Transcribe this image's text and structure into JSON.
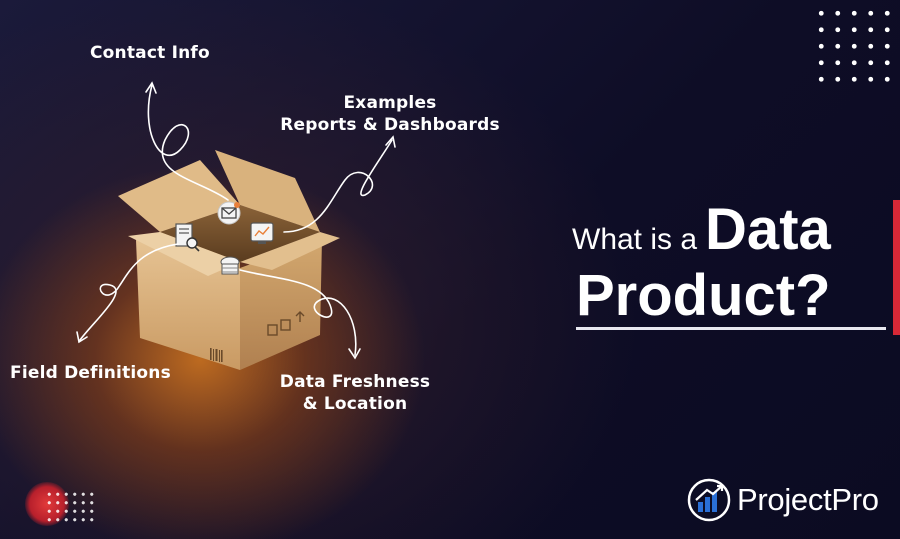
{
  "labels": {
    "contact": "Contact Info",
    "examples_line1": "Examples",
    "examples_line2": "Reports & Dashboards",
    "field": "Field Definitions",
    "freshness_line1": "Data Freshness",
    "freshness_line2": "& Location"
  },
  "title": {
    "prefix": "What is a",
    "word1": "Data",
    "word2": "Product?"
  },
  "brand": {
    "name": "ProjectPro"
  },
  "colors": {
    "background": "#0f0f2a",
    "glow": "#d6781e",
    "box": "#d9b27d",
    "accent_red": "#d62836",
    "brand_blue": "#2a6fd6"
  },
  "icons": [
    "email-icon",
    "dashboard-icon",
    "document-search-icon",
    "database-cloud-icon",
    "box-fragile-icon",
    "barcode-icon"
  ]
}
